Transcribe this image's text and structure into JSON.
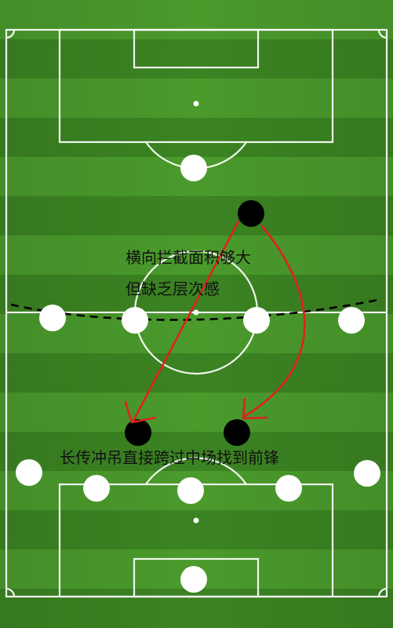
{
  "diagram": {
    "captions": {
      "horizontal_block": "横向拦截面积够大",
      "no_layers": "但缺乏层次感",
      "long_ball": "长传冲吊直接跨过中场找到前锋"
    },
    "colors": {
      "grass_light": "#4a9a2c",
      "grass_dark": "#3b8322",
      "lines": "#ffffff",
      "white_team": "#ffffff",
      "black_team": "#000000",
      "arrow": "#e0201e",
      "defensive_line": "#000000"
    }
  }
}
